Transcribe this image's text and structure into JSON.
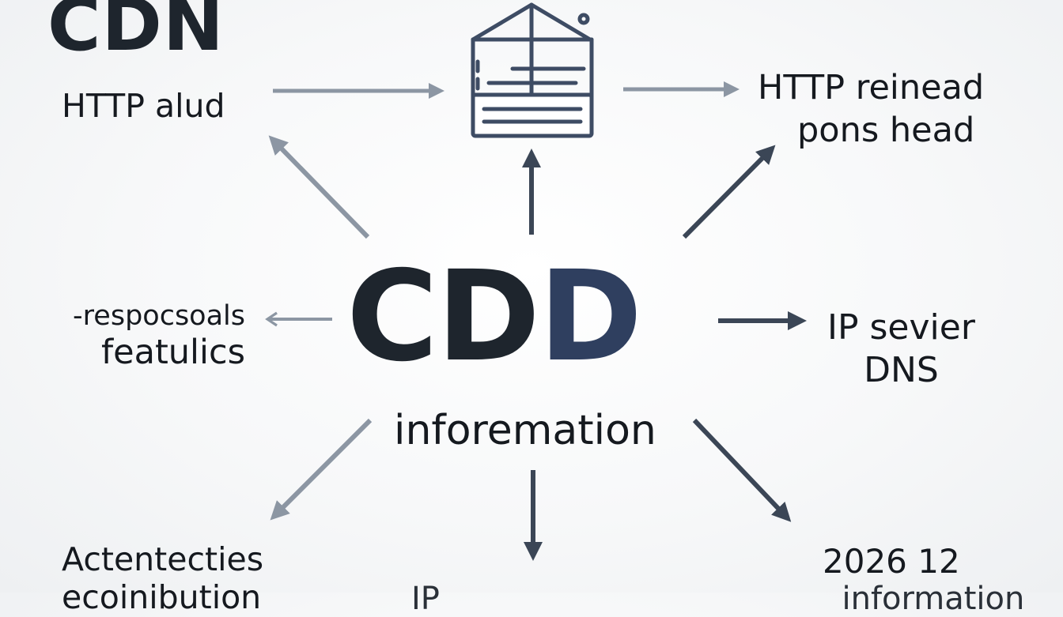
{
  "corner_title": "CDN",
  "top_left_label": "HTTP alud",
  "top_right_label": {
    "line1": "HTTP reinead",
    "line2": "pons head"
  },
  "left_label": {
    "line1": "-respocsoals",
    "line2": "featulics"
  },
  "center_title": {
    "prefix": "CD",
    "accent": "D"
  },
  "center_subtitle": "inforemation",
  "right_label": {
    "line1": "IP sevier",
    "line2": "DNS"
  },
  "bottom_left_label": {
    "line1": "Actentecties",
    "line2": "ecoinibution"
  },
  "bottom_right_label": "2026 12",
  "bottom_strip_text": "IP                                        information",
  "icons": {
    "center_top": "server-rack-icon"
  },
  "colors": {
    "dark": "#1e252d",
    "accent_navy": "#2f3f5f",
    "arrow_dark": "#3b4656",
    "arrow_light": "#8c96a3"
  }
}
